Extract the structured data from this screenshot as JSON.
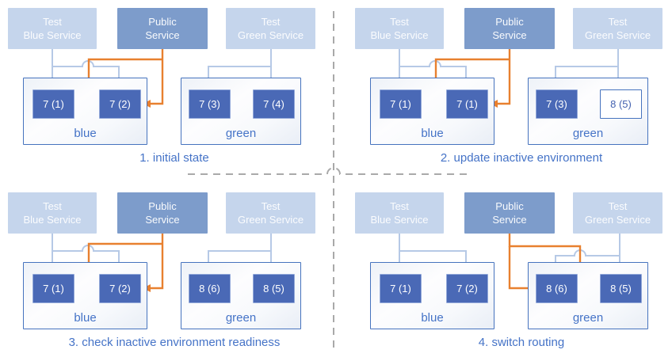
{
  "colors": {
    "pod-fill": "#4A69B6",
    "pod-border": "#93A9DA",
    "pod-outline-text": "#4462B0",
    "service-test-fill": "#C5D5EC",
    "service-public-fill": "#7D9CCB",
    "env-border": "#4673BE",
    "accent-text": "#4573C7",
    "wire-blue": "#B6C9E6",
    "wire-orange": "#E8802F",
    "divider-gray": "#A9A9A9"
  },
  "panels": [
    {
      "caption": "1. initial state",
      "routing": "public-to-blue",
      "services": [
        {
          "line1": "Test",
          "line2": "Blue Service"
        },
        {
          "line1": "Public",
          "line2": "Service"
        },
        {
          "line1": "Test",
          "line2": "Green Service"
        }
      ],
      "environments": [
        {
          "label": "blue",
          "pods": [
            {
              "label": "7 (1)",
              "style": "filled"
            },
            {
              "label": "7 (2)",
              "style": "filled"
            }
          ]
        },
        {
          "label": "green",
          "pods": [
            {
              "label": "7 (3)",
              "style": "filled"
            },
            {
              "label": "7 (4)",
              "style": "filled"
            }
          ]
        }
      ]
    },
    {
      "caption": "2. update inactive environment",
      "routing": "public-to-blue",
      "services": [
        {
          "line1": "Test",
          "line2": "Blue Service"
        },
        {
          "line1": "Public",
          "line2": "Service"
        },
        {
          "line1": "Test",
          "line2": "Green Service"
        }
      ],
      "environments": [
        {
          "label": "blue",
          "pods": [
            {
              "label": "7 (1)",
              "style": "filled"
            },
            {
              "label": "7 (1)",
              "style": "filled"
            }
          ]
        },
        {
          "label": "green",
          "pods": [
            {
              "label": "7 (3)",
              "style": "filled"
            },
            {
              "label": "8 (5)",
              "style": "outlined"
            }
          ]
        }
      ]
    },
    {
      "caption": "3. check inactive environment readiness",
      "routing": "public-to-blue",
      "services": [
        {
          "line1": "Test",
          "line2": "Blue Service"
        },
        {
          "line1": "Public",
          "line2": "Service"
        },
        {
          "line1": "Test",
          "line2": "Green Service"
        }
      ],
      "environments": [
        {
          "label": "blue",
          "pods": [
            {
              "label": "7 (1)",
              "style": "filled"
            },
            {
              "label": "7 (2)",
              "style": "filled"
            }
          ]
        },
        {
          "label": "green",
          "pods": [
            {
              "label": "8 (6)",
              "style": "filled"
            },
            {
              "label": "8 (5)",
              "style": "filled"
            }
          ]
        }
      ]
    },
    {
      "caption": "4. switch routing",
      "routing": "public-to-green",
      "services": [
        {
          "line1": "Test",
          "line2": "Blue Service"
        },
        {
          "line1": "Public",
          "line2": "Service"
        },
        {
          "line1": "Test",
          "line2": "Green Service"
        }
      ],
      "environments": [
        {
          "label": "blue",
          "pods": [
            {
              "label": "7 (1)",
              "style": "filled"
            },
            {
              "label": "7 (2)",
              "style": "filled"
            }
          ]
        },
        {
          "label": "green",
          "pods": [
            {
              "label": "8 (6)",
              "style": "filled"
            },
            {
              "label": "8 (5)",
              "style": "filled"
            }
          ]
        }
      ]
    }
  ]
}
